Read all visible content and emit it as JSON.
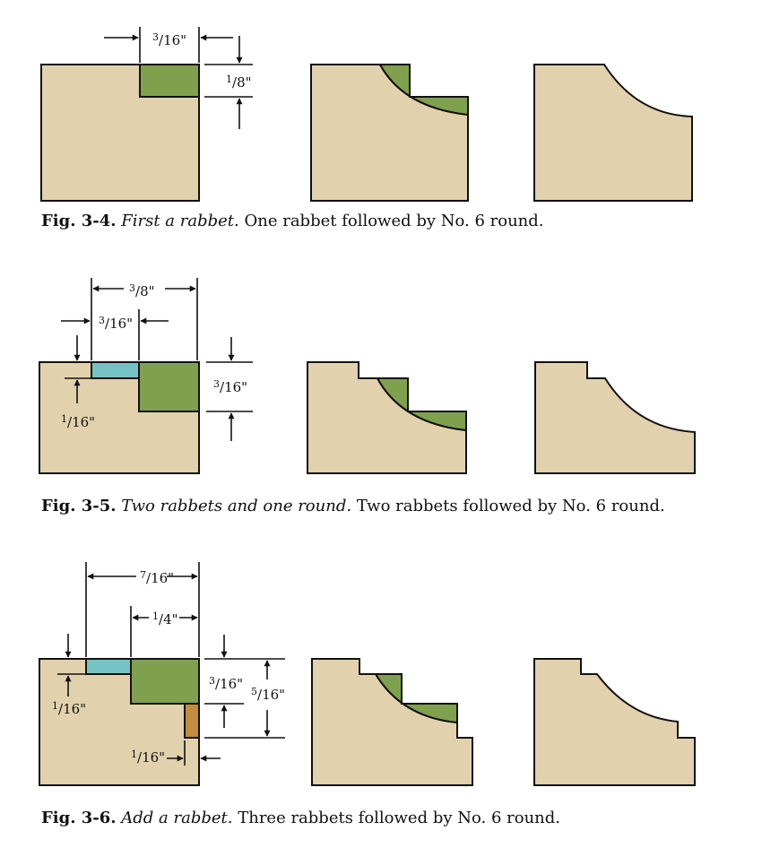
{
  "figures": [
    {
      "label": "Fig. 3-4.",
      "title": "First a rabbet.",
      "text": "One rabbet followed by No. 6 round.",
      "dims": {
        "width": {
          "num": "3",
          "den": "16"
        },
        "depth": {
          "num": "1",
          "den": "8"
        }
      }
    },
    {
      "label": "Fig. 3-5.",
      "title": "Two rabbets and one round.",
      "text": "Two rabbets followed by No. 6 round.",
      "dims": {
        "outer_width": {
          "num": "3",
          "den": "8"
        },
        "inner_width": {
          "num": "3",
          "den": "16"
        },
        "small_depth": {
          "num": "1",
          "den": "16"
        },
        "depth": {
          "num": "3",
          "den": "16"
        }
      }
    },
    {
      "label": "Fig. 3-6.",
      "title": "Add a rabbet.",
      "text": "Three rabbets followed by No. 6 round.",
      "dims": {
        "outer_width": {
          "num": "7",
          "den": "16"
        },
        "mid_width": {
          "num": "1",
          "den": "4"
        },
        "small_depth": {
          "num": "1",
          "den": "16"
        },
        "mid_depth": {
          "num": "3",
          "den": "16"
        },
        "total_depth": {
          "num": "5",
          "den": "16"
        },
        "side_rabbet": {
          "num": "1",
          "den": "16"
        }
      }
    }
  ],
  "inch_mark": "\""
}
